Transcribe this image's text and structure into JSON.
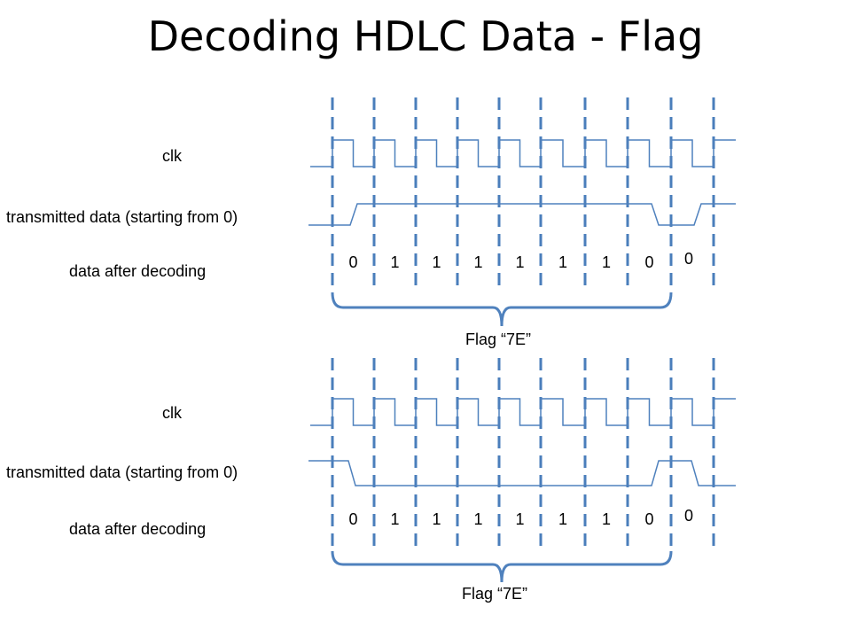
{
  "title": "Decoding HDLC Data - Flag",
  "colors": {
    "signal": "#4F81BD",
    "dashed": "#4A7EBB",
    "brace": "#4F81BD"
  },
  "diagrams": [
    {
      "clk_label": "clk",
      "tx_label": "transmitted data (starting from 0)",
      "decoded_label": "data  after decoding",
      "decoded_bits": [
        "0",
        "1",
        "1",
        "1",
        "1",
        "1",
        "1",
        "0",
        "0"
      ],
      "brace_label": "Flag “7E”"
    },
    {
      "clk_label": "clk",
      "tx_label": "transmitted data (starting from 0)",
      "decoded_label": "data  after decoding",
      "decoded_bits": [
        "0",
        "1",
        "1",
        "1",
        "1",
        "1",
        "1",
        "0",
        "0"
      ],
      "brace_label": "Flag “7E”"
    }
  ]
}
